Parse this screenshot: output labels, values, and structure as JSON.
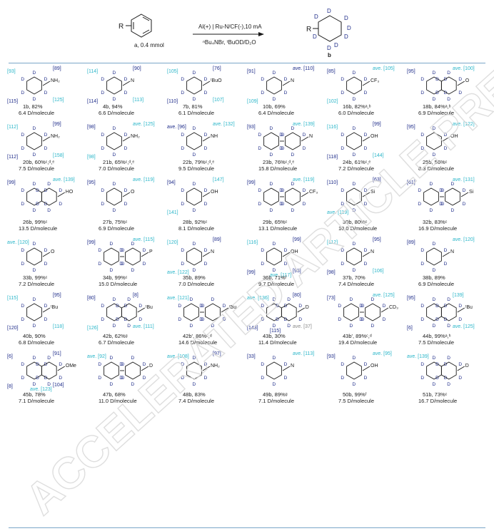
{
  "scheme": {
    "reactant_r": "R",
    "reactant_label": "a, 0.4 mmol",
    "conditions_top": "Al(+) | Ru-N/CF(-),10 mA",
    "conditions_bottom": "ⁿBu₄NBr, ᵗBuOD/D₂O",
    "product_r": "R",
    "product_label": "b",
    "d": "D"
  },
  "watermark": "ACCELERATED ARTICLE PREVIEW",
  "colors": {
    "navy": "#1f2d8a",
    "cyan": "#2bb6c9",
    "gray": "#8a8a8a",
    "rule": "#7aa6c8",
    "ink": "#1a1a1a"
  },
  "compounds": [
    {
      "label": "1b, 82%",
      "dpm": "6.4 D/molecule",
      "skeleton": "cyclohexyl",
      "group": "NH₂",
      "site_labels": [
        {
          "t": "[93]",
          "c": "cyan"
        },
        {
          "t": "[89]",
          "c": "navy"
        },
        {
          "t": "[115]",
          "c": "navy"
        },
        {
          "t": "[125]",
          "c": "cyan"
        }
      ]
    },
    {
      "label": "4b, 94%",
      "dpm": "6.6 D/molecule",
      "skeleton": "cyclohexyl",
      "group": "N",
      "site_labels": [
        {
          "t": "[114]",
          "c": "cyan"
        },
        {
          "t": "[90]",
          "c": "navy"
        },
        {
          "t": "[114]",
          "c": "navy"
        },
        {
          "t": "[113]",
          "c": "cyan"
        }
      ]
    },
    {
      "label": "7b, 81%",
      "dpm": "6.1 D/molecule",
      "skeleton": "cyclohexyl",
      "group": "ᵗBuO",
      "site_labels": [
        {
          "t": "[105]",
          "c": "cyan"
        },
        {
          "t": "[76]",
          "c": "navy"
        },
        {
          "t": "[110]",
          "c": "navy"
        },
        {
          "t": "[107]",
          "c": "cyan"
        }
      ]
    },
    {
      "label": "10b, 69%",
      "dpm": "6.4 D/molecule",
      "skeleton": "cyclohexyl",
      "group": "N",
      "site_labels": [
        {
          "t": "[91]",
          "c": "navy"
        },
        {
          "t": "ave. [110]",
          "c": "navy"
        },
        {
          "t": "[109]",
          "c": "cyan"
        }
      ]
    },
    {
      "label": "16b, 82%ᵃ,ᵇ",
      "dpm": "6.0 D/molecule",
      "skeleton": "cyclohexyl",
      "group": "CF₃",
      "site_labels": [
        {
          "t": "[85]",
          "c": "navy"
        },
        {
          "t": "ave. [105]",
          "c": "cyan"
        },
        {
          "t": "[102]",
          "c": "cyan"
        }
      ]
    },
    {
      "label": "18b, 84%ᵃ,ᵇ",
      "dpm": "6.9 D/molecule",
      "skeleton": "bicyclic",
      "group": "O",
      "site_labels": [
        {
          "t": "[95]",
          "c": "navy"
        },
        {
          "t": "ave. [100]",
          "c": "cyan"
        }
      ]
    },
    {
      "label": "20b, 60%ᶜ,ᵈ,ᵉ",
      "dpm": "7.5 D/molecule",
      "skeleton": "cyclohexyl",
      "group": "NH₂",
      "site_labels": [
        {
          "t": "[112]",
          "c": "cyan"
        },
        {
          "t": "[99]",
          "c": "navy"
        },
        {
          "t": "[112]",
          "c": "navy"
        },
        {
          "t": "[158]",
          "c": "cyan"
        }
      ]
    },
    {
      "label": "21b, 65%ᶜ,ᵈ,ᵉ",
      "dpm": "7.0 D/molecule",
      "skeleton": "cyclohexyl",
      "group": "NH₂",
      "site_labels": [
        {
          "t": "[98]",
          "c": "navy"
        },
        {
          "t": "ave. [125]",
          "c": "cyan"
        },
        {
          "t": "[98]",
          "c": "cyan"
        }
      ]
    },
    {
      "label": "22b, 79%ᶜ,ᵈ,ᵉ",
      "dpm": "9.5 D/molecule",
      "skeleton": "cyclohexyl",
      "group": "NH",
      "site_labels": [
        {
          "t": "ave. [96]",
          "c": "navy"
        },
        {
          "t": "ave. [132]",
          "c": "cyan"
        }
      ]
    },
    {
      "label": "23b, 76%ᶜ,ᵈ,ᵉ",
      "dpm": "15.8 D/molecule",
      "skeleton": "dicyclohexyl",
      "group": "N",
      "site_labels": [
        {
          "t": "[93]",
          "c": "navy"
        },
        {
          "t": "ave. [139]",
          "c": "cyan"
        }
      ]
    },
    {
      "label": "24b, 61%ᶜ,ᵉ",
      "dpm": "7.2 D/molecule",
      "skeleton": "cyclohexyl",
      "group": "OH",
      "site_labels": [
        {
          "t": "[116]",
          "c": "cyan"
        },
        {
          "t": "[99]",
          "c": "navy"
        },
        {
          "t": "[118]",
          "c": "navy"
        },
        {
          "t": "[144]",
          "c": "cyan"
        }
      ]
    },
    {
      "label": "25b, 56%ᶜ",
      "dpm": "8.3 D/molecule",
      "skeleton": "cyclohexyl",
      "group": "OH",
      "site_labels": [
        {
          "t": "[95]",
          "c": "navy"
        },
        {
          "t": "ave. [122]",
          "c": "cyan"
        }
      ]
    },
    {
      "label": "26b, 99%ᶜ",
      "dpm": "13.5 D/molecule",
      "skeleton": "bicyclic",
      "group": "HO",
      "site_labels": [
        {
          "t": "[99]",
          "c": "navy"
        },
        {
          "t": "ave. [139]",
          "c": "cyan"
        }
      ]
    },
    {
      "label": "27b, 75%ᶜ",
      "dpm": "6.9 D/molecule",
      "skeleton": "cyclohexyl",
      "group": "O",
      "site_labels": [
        {
          "t": "[95]",
          "c": "navy"
        },
        {
          "t": "ave. [119]",
          "c": "cyan"
        }
      ]
    },
    {
      "label": "28b, 92%ᶜ",
      "dpm": "8.1 D/molecule",
      "skeleton": "cyclohexyl",
      "group": "OH",
      "site_labels": [
        {
          "t": "[94]",
          "c": "navy"
        },
        {
          "t": "[147]",
          "c": "cyan"
        },
        {
          "t": "[141]",
          "c": "cyan"
        }
      ]
    },
    {
      "label": "29b, 65%ᶜ",
      "dpm": "13.1 D/molecule",
      "skeleton": "dicyclohexyl",
      "group": "CF₃",
      "site_labels": [
        {
          "t": "[99]",
          "c": "navy"
        },
        {
          "t": "ave. [119]",
          "c": "cyan"
        }
      ]
    },
    {
      "label": "30b, 80%ᶜ",
      "dpm": "10.0 D/molecule",
      "skeleton": "cyclohexyl",
      "group": "Si",
      "site_labels": [
        {
          "t": "[110]",
          "c": "navy"
        },
        {
          "t": "[63]",
          "c": "navy"
        },
        {
          "t": "ave. [119]",
          "c": "cyan"
        }
      ]
    },
    {
      "label": "32b, 83%ᶜ",
      "dpm": "16.9 D/molecule",
      "skeleton": "dicyclohexyl",
      "group": "Si",
      "site_labels": [
        {
          "t": "[61]",
          "c": "navy"
        },
        {
          "t": "ave. [131]",
          "c": "cyan"
        }
      ]
    },
    {
      "label": "33b, 99%ᶜ",
      "dpm": "7.2 D/molecule",
      "skeleton": "cyclohexyl",
      "group": "O",
      "site_labels": [
        {
          "t": "ave. [120]",
          "c": "cyan"
        }
      ]
    },
    {
      "label": "34b, 99%ᶜ",
      "dpm": "15.0 D/molecule",
      "skeleton": "dicyclohexyl",
      "group": "P",
      "site_labels": [
        {
          "t": "[99]",
          "c": "navy"
        },
        {
          "t": "ave. [115]",
          "c": "cyan"
        }
      ]
    },
    {
      "label": "35b, 89%",
      "dpm": "7.0 D/molecule",
      "skeleton": "cyclohexyl",
      "group": "N",
      "site_labels": [
        {
          "t": "[120]",
          "c": "cyan"
        },
        {
          "t": "[89]",
          "c": "navy"
        },
        {
          "t": "ave. [122]",
          "c": "cyan"
        }
      ]
    },
    {
      "label": "36b, 71%ᶠ",
      "dpm": "9.7 D/molecule",
      "skeleton": "cyclohexyl",
      "group": "OH",
      "site_labels": [
        {
          "t": "[116]",
          "c": "cyan"
        },
        {
          "t": "[99]",
          "c": "navy"
        },
        {
          "t": "[99]",
          "c": "navy"
        },
        {
          "t": "[93]",
          "c": "navy"
        },
        {
          "t": "ave. [117]",
          "c": "cyan"
        }
      ]
    },
    {
      "label": "37b, 70%",
      "dpm": "7.4 D/molecule",
      "skeleton": "cyclohexyl",
      "group": "N",
      "site_labels": [
        {
          "t": "[112]",
          "c": "cyan"
        },
        {
          "t": "[95]",
          "c": "navy"
        },
        {
          "t": "[98]",
          "c": "navy"
        },
        {
          "t": "[106]",
          "c": "cyan"
        }
      ]
    },
    {
      "label": "38b, 89%",
      "dpm": "6.9 D/molecule",
      "skeleton": "cyclohexyl",
      "group": "N",
      "site_labels": [
        {
          "t": "[89]",
          "c": "navy"
        },
        {
          "t": "ave. [120]",
          "c": "cyan"
        }
      ]
    },
    {
      "label": "40b, 90%",
      "dpm": "6.8 D/molecule",
      "skeleton": "cyclohexyl",
      "group": "ᵗBu",
      "site_labels": [
        {
          "t": "[115]",
          "c": "cyan"
        },
        {
          "t": "[95]",
          "c": "navy"
        },
        {
          "t": "[120]",
          "c": "navy"
        },
        {
          "t": "[118]",
          "c": "cyan"
        }
      ]
    },
    {
      "label": "42b, 62%ᵍ",
      "dpm": "6.7 D/molecule",
      "skeleton": "bicyclic",
      "group": "ᵗBu",
      "site_labels": [
        {
          "t": "[80]",
          "c": "navy"
        },
        {
          "t": "[8]",
          "c": "navy"
        },
        {
          "t": "[126]",
          "c": "cyan"
        },
        {
          "t": "ave. [111]",
          "c": "cyan"
        }
      ]
    },
    {
      "label": "42b', 86%ᶜ,ᵈ",
      "dpm": "14.6 D/molecule",
      "skeleton": "dicyclohexyl",
      "group": "ᵗBu",
      "site_labels": [
        {
          "t": "ave. [121]",
          "c": "cyan"
        }
      ]
    },
    {
      "label": "43b, 30%",
      "dpm": "11.4 D/molecule",
      "skeleton": "bicyclic",
      "group": "D",
      "site_labels": [
        {
          "t": "ave. [136]",
          "c": "cyan"
        },
        {
          "t": "[80]",
          "c": "navy"
        },
        {
          "t": "[143]",
          "c": "navy"
        },
        {
          "t": "ave. [37]",
          "c": "gray"
        },
        {
          "t": "[115]",
          "c": "navy"
        }
      ]
    },
    {
      "label": "43b', 89%ᶜ,ᵈ",
      "dpm": "19.4 D/molecule",
      "skeleton": "dicyclohexyl",
      "group": "CD₃",
      "site_labels": [
        {
          "t": "[73]",
          "c": "navy"
        },
        {
          "t": "ave. [125]",
          "c": "cyan"
        }
      ]
    },
    {
      "label": "44b, 99%ᵃ,ʰ",
      "dpm": "7.5 D/molecule",
      "skeleton": "bicyclic",
      "group": "ᵗBu",
      "site_labels": [
        {
          "t": "[95]",
          "c": "navy"
        },
        {
          "t": "[139]",
          "c": "cyan"
        },
        {
          "t": "[6]",
          "c": "navy"
        },
        {
          "t": "ave. [125]",
          "c": "cyan"
        }
      ]
    },
    {
      "label": "45b, 78%",
      "dpm": "7.1 D/molecule",
      "skeleton": "bicyclic",
      "group": "OMe",
      "site_labels": [
        {
          "t": "[6]",
          "c": "navy"
        },
        {
          "t": "[91]",
          "c": "navy"
        },
        {
          "t": "[8]",
          "c": "navy"
        },
        {
          "t": "[104]",
          "c": "navy"
        },
        {
          "t": "ave. [123]",
          "c": "cyan"
        }
      ]
    },
    {
      "label": "47b, 68%",
      "dpm": "11.0 D/molecule",
      "skeleton": "dicyclohexyl",
      "group": "D",
      "site_labels": [
        {
          "t": "ave. [92]",
          "c": "cyan"
        }
      ]
    },
    {
      "label": "48b, 83%",
      "dpm": "7.4 D/molecule",
      "skeleton": "cyclohexyl",
      "group": "NH₂",
      "site_labels": [
        {
          "t": "ave. [108]",
          "c": "cyan"
        },
        {
          "t": "[97]",
          "c": "navy"
        }
      ]
    },
    {
      "label": "49b, 89%ᵍ",
      "dpm": "7.1 D/molecule",
      "skeleton": "cyclohexyl",
      "group": "N",
      "site_labels": [
        {
          "t": "[33]",
          "c": "navy"
        },
        {
          "t": "ave. [113]",
          "c": "cyan"
        }
      ]
    },
    {
      "label": "50b, 99%ᶠ",
      "dpm": "7.5 D/molecule",
      "skeleton": "cyclohexyl",
      "group": "OH",
      "site_labels": [
        {
          "t": "[93]",
          "c": "navy"
        },
        {
          "t": "ave. [95]",
          "c": "cyan"
        }
      ]
    },
    {
      "label": "51b, 73%ᶜ",
      "dpm": "16.7 D/molecule",
      "skeleton": "bicyclic",
      "group": "D",
      "site_labels": [
        {
          "t": "ave. [139]",
          "c": "cyan"
        }
      ]
    }
  ]
}
